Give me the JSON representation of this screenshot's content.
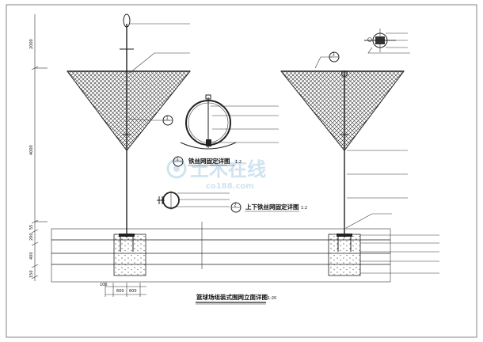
{
  "watermark": {
    "brand": "土木在线",
    "url": "co188.com"
  },
  "dimensions": {
    "left_vertical": [
      "2000",
      "4000",
      "55",
      "200",
      "400",
      "150"
    ],
    "bottom": [
      "100",
      "600",
      "600"
    ]
  },
  "callouts": {
    "c1": "1",
    "c2": "2",
    "c3": "3"
  },
  "titles": {
    "detail1": "铁丝网固定详图",
    "detail1_scale": "1:2",
    "detail2": "上下铁丝网固定详图",
    "detail2_scale": "1:2",
    "main": "篮球场组装式围网立面详图",
    "main_scale": "1:20"
  },
  "colors": {
    "line": "#222222",
    "watermark": "#cfe3f0"
  }
}
